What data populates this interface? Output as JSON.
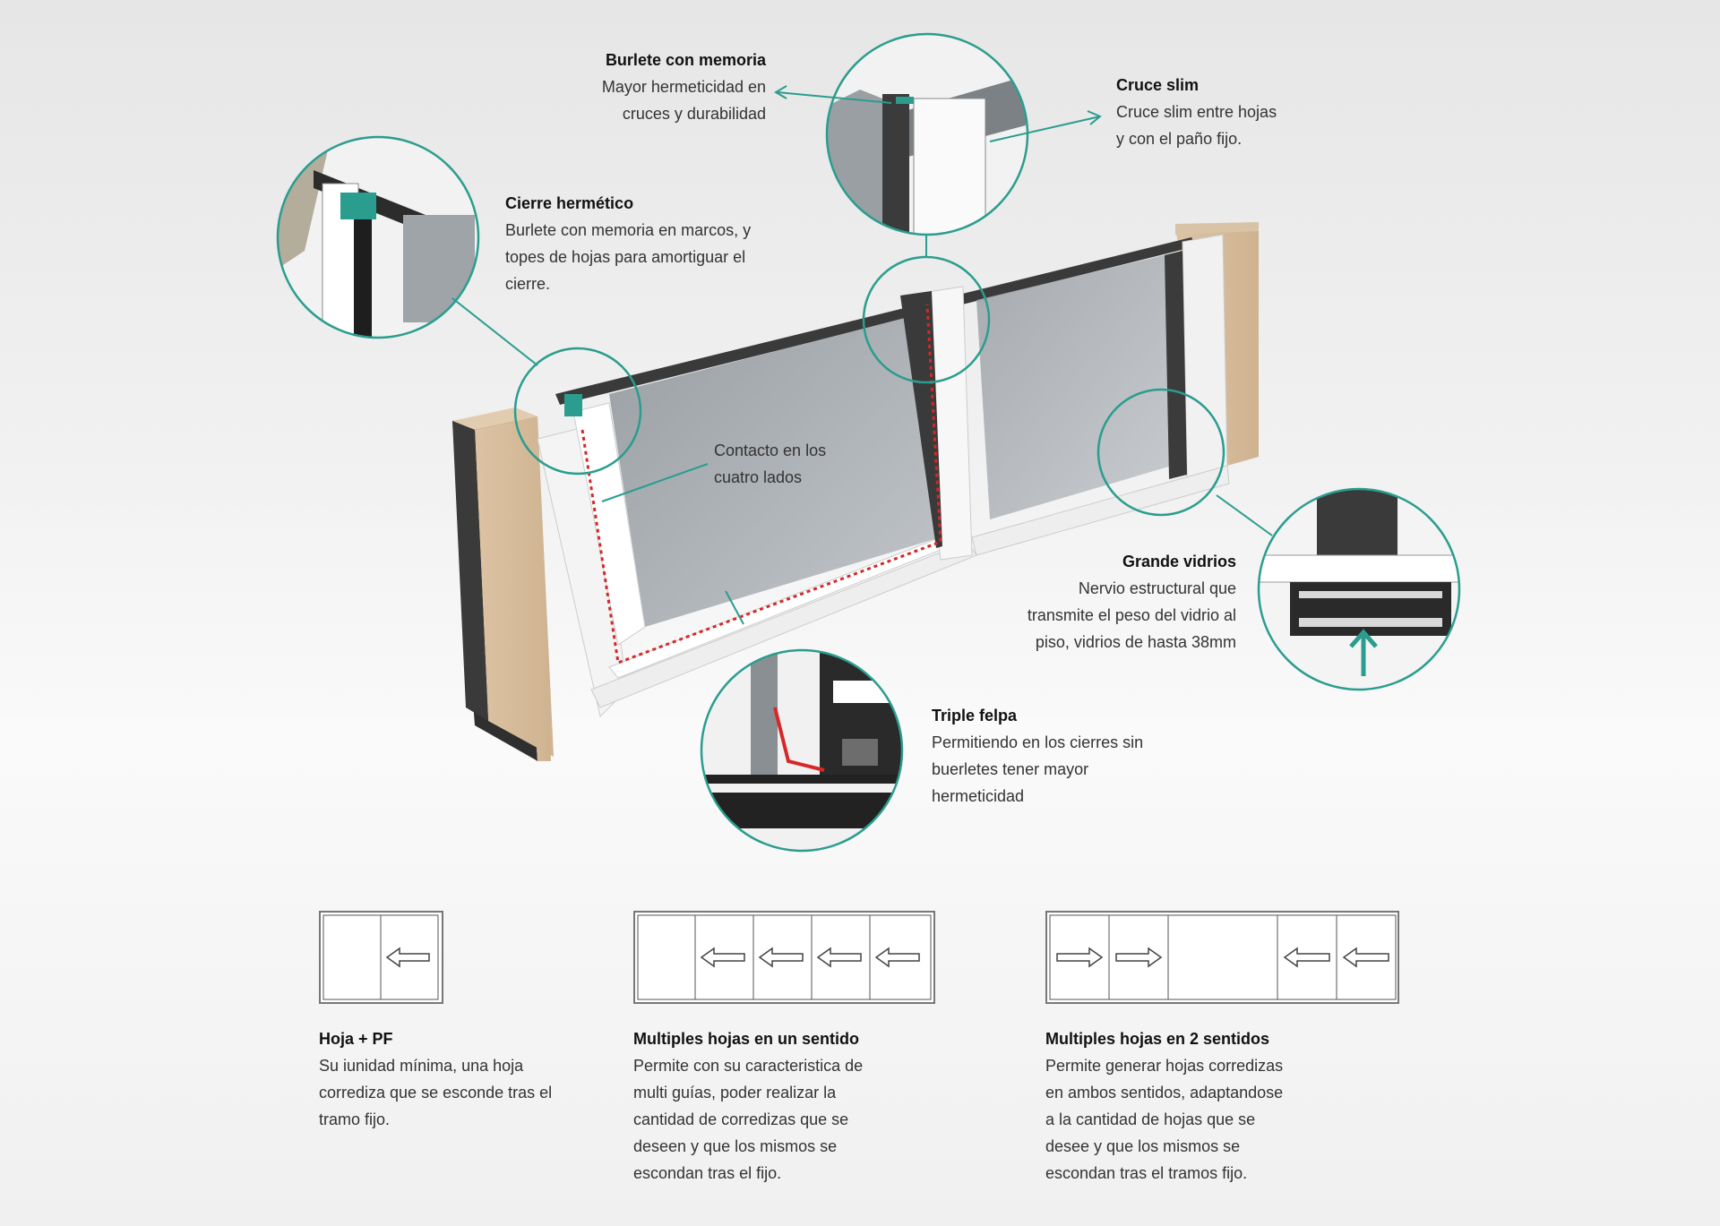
{
  "callouts": {
    "burlete": {
      "title": "Burlete con memoria",
      "body": "Mayor hermeticidad en\ncruces y durabilidad"
    },
    "cruce": {
      "title": "Cruce slim",
      "body": "Cruce slim entre hojas\ny con el paño fijo."
    },
    "cierre": {
      "title": "Cierre hermético",
      "body": "Burlete con memoria en marcos, y\ntopes de hojas para amortiguar el\ncierre."
    },
    "contacto": {
      "body": "Contacto en los\ncuatro lados"
    },
    "grande": {
      "title": "Grande vidrios",
      "body": "Nervio estructural que\ntransmite el peso del vidrio al\npiso, vidrios de hasta 38mm"
    },
    "triple": {
      "title": "Triple felpa",
      "body": "Permitiendo en los cierres sin\nbuerletes tener mayor\nhermeticidad"
    }
  },
  "configs": [
    {
      "title": "Hoja + PF",
      "body": "Su iunidad mínima, una hoja\ncorrediza que se esconde tras el\ntramo fijo.",
      "panels": [
        "fixed",
        "left"
      ]
    },
    {
      "title": "Multiples hojas en un sentido",
      "body": "Permite con su caracteristica de\nmulti guías, poder realizar la\ncantidad de corredizas que se\ndeseen y que los mismos se\nescondan tras el fijo.",
      "panels": [
        "fixed",
        "left",
        "left",
        "left",
        "left"
      ]
    },
    {
      "title": "Multiples hojas en 2 sentidos",
      "body": "Permite generar hojas corredizas\nen ambos sentidos, adaptandose\na la cantidad de hojas que se\ndesee y que los mismos se\nescondan tras el tramos fijo.",
      "panels": [
        "right",
        "right",
        "fixed",
        "left",
        "left"
      ]
    }
  ],
  "colors": {
    "accent": "#2a9d8f",
    "seal_red": "#d62828",
    "wall": "#dcc3a3"
  }
}
